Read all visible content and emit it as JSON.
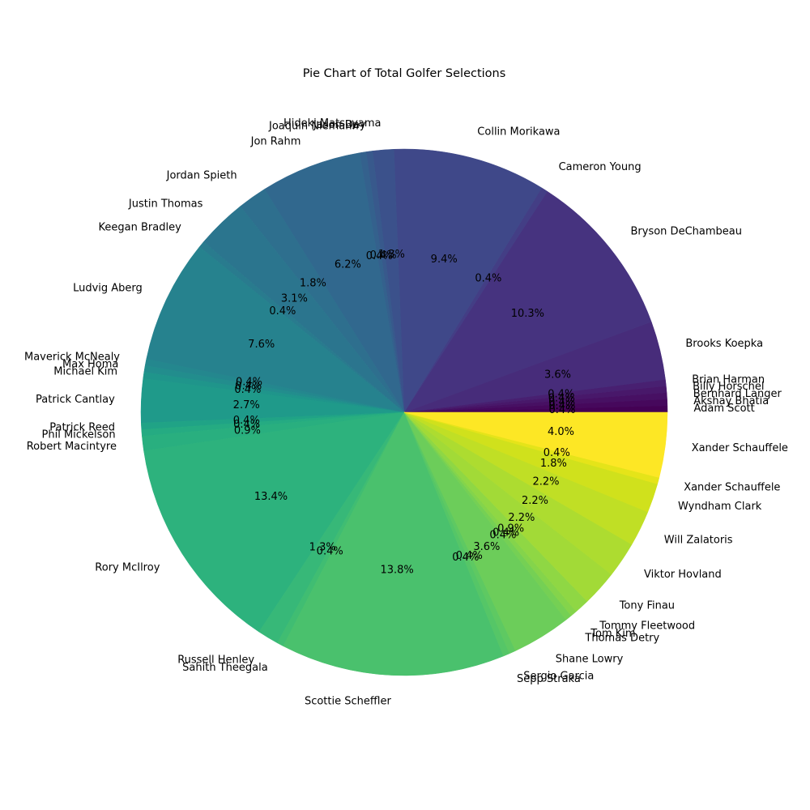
{
  "chart_data": {
    "type": "pie",
    "title": "Pie Chart of Total Golfer Selections",
    "start_angle_deg": 0,
    "direction": "counterclockwise",
    "colormap": "viridis",
    "slices": [
      {
        "label": "Adam Scott",
        "pct": 0.4,
        "pct_label": "0.4%",
        "color": "#440154"
      },
      {
        "label": "Akshay Bhatia",
        "pct": 0.4,
        "pct_label": "0.4%",
        "color": "#46085c"
      },
      {
        "label": "Bernhard Langer",
        "pct": 0.4,
        "pct_label": "0.4%",
        "color": "#471063"
      },
      {
        "label": "Billy Horschel",
        "pct": 0.4,
        "pct_label": "0.4%",
        "color": "#48186a"
      },
      {
        "label": "Brian Harman",
        "pct": 0.4,
        "pct_label": "0.4%",
        "color": "#482071"
      },
      {
        "label": "Brooks Koepka",
        "pct": 3.6,
        "pct_label": "3.6%",
        "color": "#472c7a"
      },
      {
        "label": "Bryson DeChambeau",
        "pct": 10.3,
        "pct_label": "10.3%",
        "color": "#46337f"
      },
      {
        "label": "Cameron Young",
        "pct": 0.4,
        "pct_label": "0.4%",
        "color": "#433e85"
      },
      {
        "label": "Collin Morikawa",
        "pct": 9.4,
        "pct_label": "9.4%",
        "color": "#3f4889"
      },
      {
        "label": "Hideki Matsuyama",
        "pct": 1.3,
        "pct_label": "1.3%",
        "color": "#3b518b"
      },
      {
        "label": "Jason Day",
        "pct": 0.4,
        "pct_label": "0.4%",
        "color": "#38598c"
      },
      {
        "label": "Joaquin Niemann",
        "pct": 0.4,
        "pct_label": "0.4%",
        "color": "#34618d"
      },
      {
        "label": "Jon Rahm",
        "pct": 6.2,
        "pct_label": "6.2%",
        "color": "#31688e"
      },
      {
        "label": "Jordan Spieth",
        "pct": 1.8,
        "pct_label": "1.8%",
        "color": "#2e6f8e"
      },
      {
        "label": "Justin Thomas",
        "pct": 3.1,
        "pct_label": "3.1%",
        "color": "#2b758e"
      },
      {
        "label": "Keegan Bradley",
        "pct": 0.4,
        "pct_label": "0.4%",
        "color": "#297b8e"
      },
      {
        "label": "Ludvig Aberg",
        "pct": 7.6,
        "pct_label": "7.6%",
        "color": "#26828e"
      },
      {
        "label": "Maverick McNealy",
        "pct": 0.4,
        "pct_label": "0.4%",
        "color": "#24878e"
      },
      {
        "label": "Max Homa",
        "pct": 0.4,
        "pct_label": "0.4%",
        "color": "#228d8d"
      },
      {
        "label": "Michael Kim",
        "pct": 0.4,
        "pct_label": "0.4%",
        "color": "#1f958b"
      },
      {
        "label": "Patrick Cantlay",
        "pct": 2.7,
        "pct_label": "2.7%",
        "color": "#1f9a8a"
      },
      {
        "label": "Patrick Reed",
        "pct": 0.4,
        "pct_label": "0.4%",
        "color": "#20a386"
      },
      {
        "label": "Phil Mickelson",
        "pct": 0.4,
        "pct_label": "0.4%",
        "color": "#25ab82"
      },
      {
        "label": "Robert Macintyre",
        "pct": 0.9,
        "pct_label": "0.9%",
        "color": "#29af7f"
      },
      {
        "label": "Rory McIlroy",
        "pct": 13.4,
        "pct_label": "13.4%",
        "color": "#2db27d"
      },
      {
        "label": "Russell Henley",
        "pct": 1.3,
        "pct_label": "1.3%",
        "color": "#37b878"
      },
      {
        "label": "Sahith Theegala",
        "pct": 0.4,
        "pct_label": "0.4%",
        "color": "#40bd72"
      },
      {
        "label": "Scottie Scheffler",
        "pct": 13.8,
        "pct_label": "13.8%",
        "color": "#4ac16d"
      },
      {
        "label": "Sepp Straka",
        "pct": 0.4,
        "pct_label": "0.4%",
        "color": "#55c667"
      },
      {
        "label": "Sergio Garcia",
        "pct": 0.4,
        "pct_label": "0.4%",
        "color": "#5ec962"
      },
      {
        "label": "Shane Lowry",
        "pct": 3.6,
        "pct_label": "3.6%",
        "color": "#6ccd5a"
      },
      {
        "label": "Thomas Detry",
        "pct": 0.4,
        "pct_label": "0.4%",
        "color": "#75d054"
      },
      {
        "label": "Tom Kim",
        "pct": 0.4,
        "pct_label": "0.4%",
        "color": "#84d44b"
      },
      {
        "label": "Tommy Fleetwood",
        "pct": 0.9,
        "pct_label": "0.9%",
        "color": "#8fd744"
      },
      {
        "label": "Tony Finau",
        "pct": 2.2,
        "pct_label": "2.2%",
        "color": "#a2da37"
      },
      {
        "label": "Viktor Hovland",
        "pct": 2.2,
        "pct_label": "2.2%",
        "color": "#addc30"
      },
      {
        "label": "Will Zalatoris",
        "pct": 2.2,
        "pct_label": "2.2%",
        "color": "#c0df25"
      },
      {
        "label": "Wyndham Clark",
        "pct": 1.8,
        "pct_label": "1.8%",
        "color": "#d0e11c"
      },
      {
        "label": "Xander Schauffele",
        "pct": 0.4,
        "pct_label": "0.4%",
        "color": "#e5e419"
      },
      {
        "label": "Xander Schauffele",
        "pct": 4.0,
        "pct_label": "4.0%",
        "color": "#fde725"
      }
    ]
  }
}
